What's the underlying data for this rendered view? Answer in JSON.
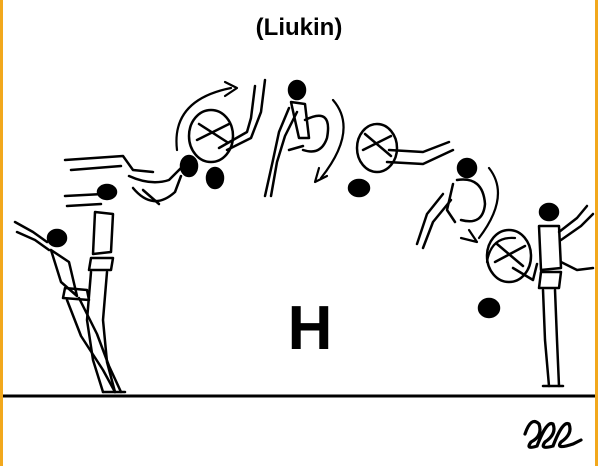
{
  "title": "(Liukin)",
  "value_letter": "H",
  "sign_icon": "three-loop-symbol",
  "colors": {
    "border": "#f2a81d",
    "ink": "#000000",
    "background": "#ffffff"
  }
}
